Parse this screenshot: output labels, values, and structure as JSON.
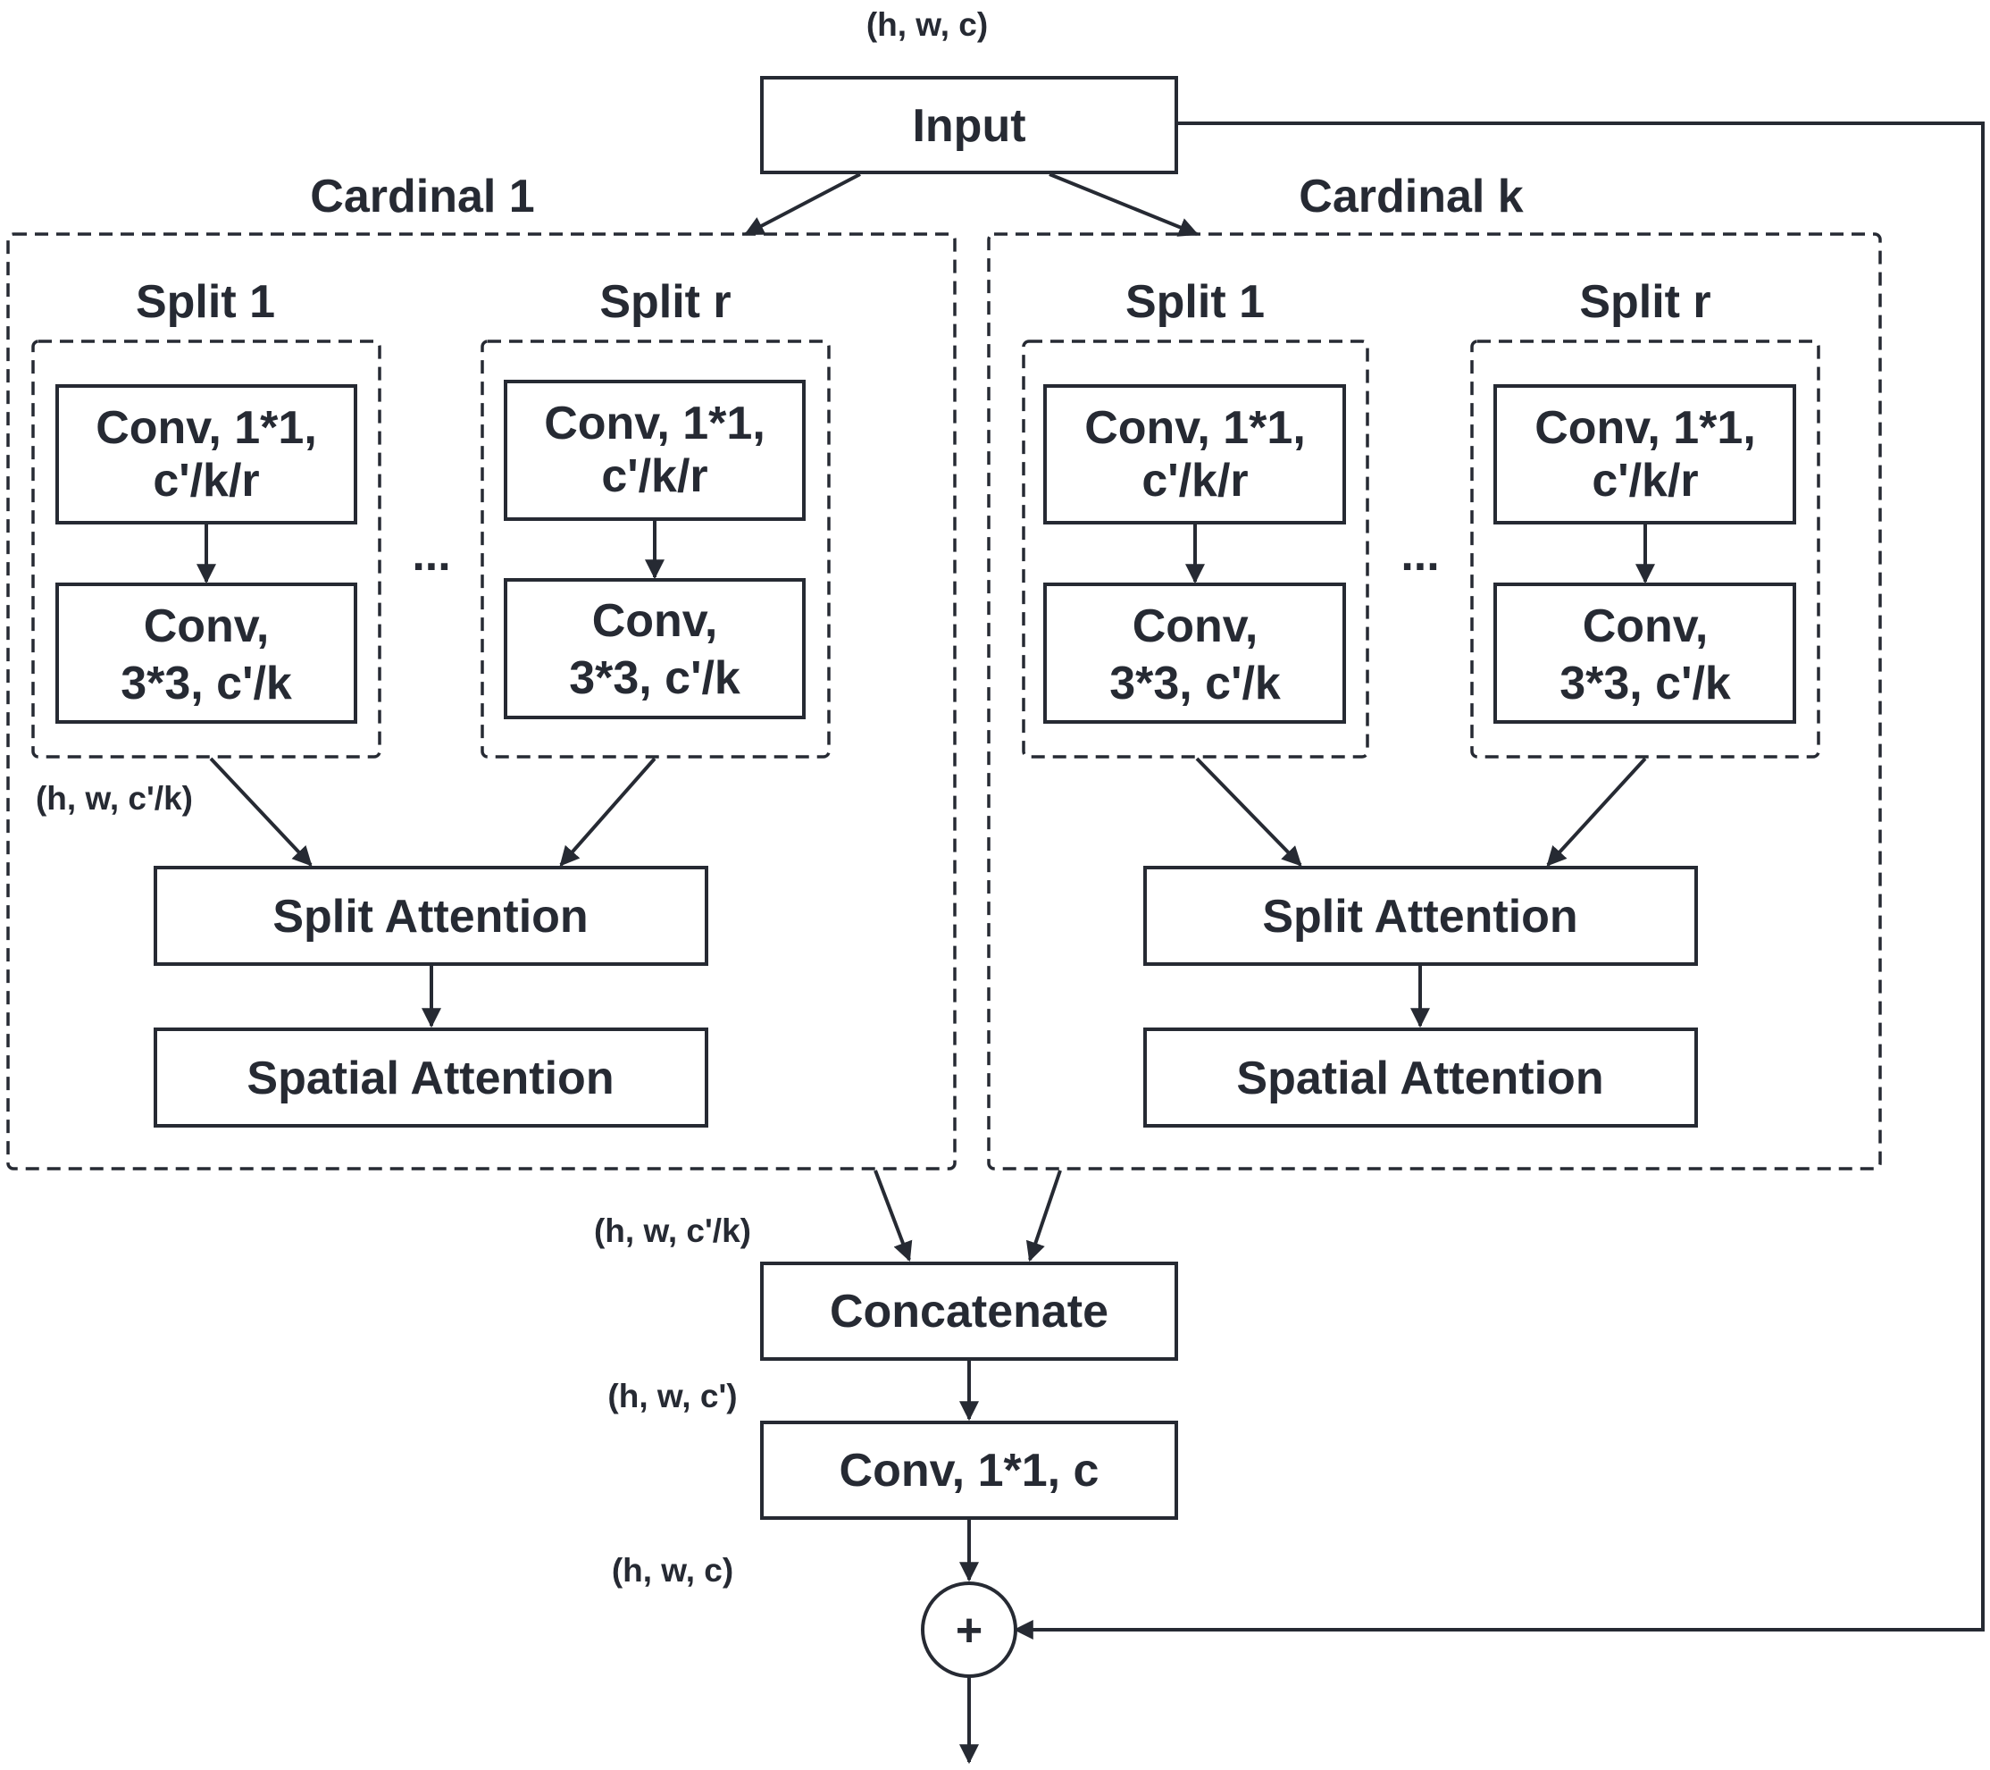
{
  "colors": {
    "stroke": "#262a33",
    "text": "#262a33",
    "background": "#ffffff"
  },
  "input": {
    "label": "Input",
    "shape": "(h, w, c)"
  },
  "cardinal_left": {
    "title": "Cardinal 1",
    "split_1": {
      "title": "Split 1",
      "conv1_line1": "Conv, 1*1,",
      "conv1_line2": "c'/k/r",
      "conv3_line1": "Conv,",
      "conv3_line2": "3*3, c'/k"
    },
    "split_r": {
      "title": "Split r",
      "conv1_line1": "Conv, 1*1,",
      "conv1_line2": "c'/k/r",
      "conv3_line1": "Conv,",
      "conv3_line2": "3*3, c'/k"
    },
    "ellipsis": "...",
    "split_output_shape": "(h, w, c'/k)",
    "split_attention": "Split Attention",
    "spatial_attention": "Spatial Attention"
  },
  "cardinal_right": {
    "title": "Cardinal k",
    "split_1": {
      "title": "Split 1",
      "conv1_line1": "Conv, 1*1,",
      "conv1_line2": "c'/k/r",
      "conv3_line1": "Conv,",
      "conv3_line2": "3*3, c'/k"
    },
    "split_r": {
      "title": "Split r",
      "conv1_line1": "Conv, 1*1,",
      "conv1_line2": "c'/k/r",
      "conv3_line1": "Conv,",
      "conv3_line2": "3*3, c'/k"
    },
    "ellipsis": "...",
    "split_attention": "Split Attention",
    "spatial_attention": "Spatial Attention"
  },
  "cardinal_output_shape": "(h, w, c'/k)",
  "concatenate": {
    "label": "Concatenate"
  },
  "concat_output_shape": "(h, w, c')",
  "final_conv": {
    "label": "Conv, 1*1, c"
  },
  "final_conv_output_shape": "(h, w, c)",
  "sum_node": {
    "symbol": "+"
  }
}
